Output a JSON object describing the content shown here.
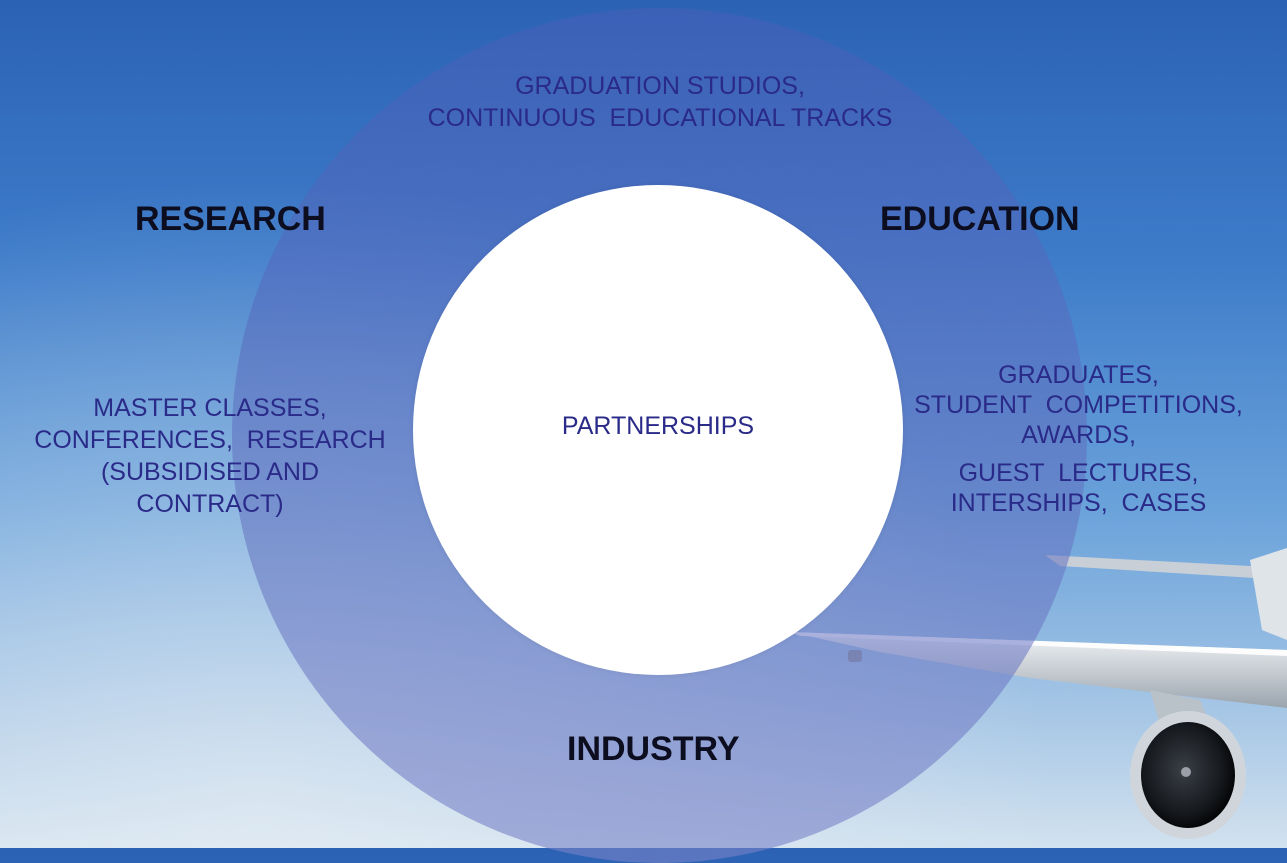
{
  "center": {
    "label": "PARTNERSHIPS"
  },
  "headings": {
    "research": "RESEARCH",
    "education": "EDUCATION",
    "industry": "INDUSTRY"
  },
  "top_text": {
    "line1": "GRADUATION STUDIOS,",
    "line2": "CONTINUOUS  EDUCATIONAL TRACKS"
  },
  "left_text": {
    "line1": "MASTER CLASSES,",
    "line2": "CONFERENCES,  RESEARCH",
    "line3": "(SUBSIDISED AND",
    "line4": "CONTRACT)"
  },
  "right_text": {
    "line1": "GRADUATES,",
    "line2": "STUDENT  COMPETITIONS,",
    "line3": "AWARDS,",
    "line4": "GUEST  LECTURES,",
    "line5": "INTERSHIPS,  CASES"
  },
  "colors": {
    "sky_top": "#2c62b4",
    "sky_bottom": "#d2e2ef",
    "ring": "#5a6ebf",
    "text_blue": "#2a2a88",
    "heading": "#0d0d20"
  }
}
